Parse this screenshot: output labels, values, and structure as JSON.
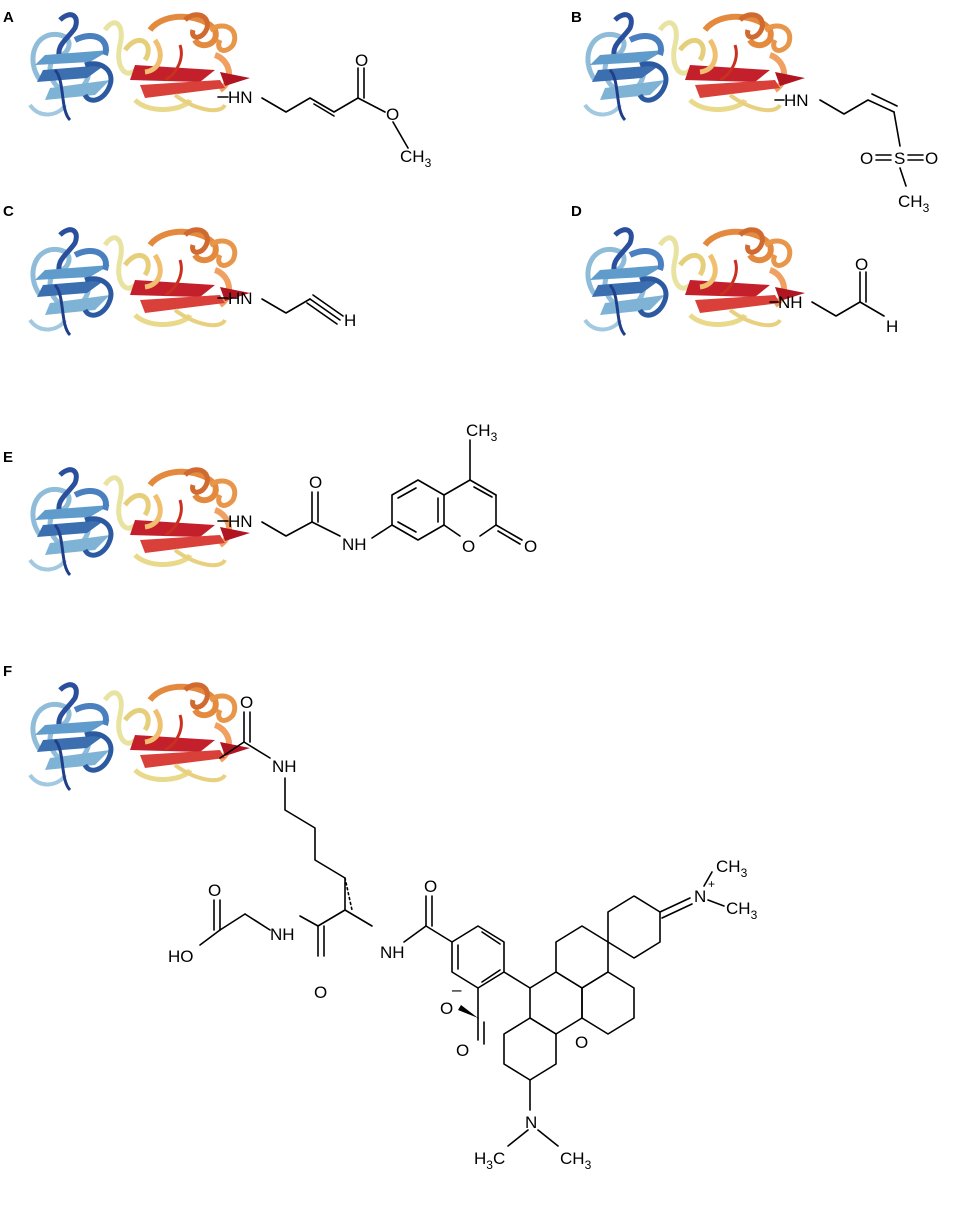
{
  "panels": [
    {
      "label": "A"
    },
    {
      "label": "B"
    },
    {
      "label": "C"
    },
    {
      "label": "D"
    },
    {
      "label": "E"
    },
    {
      "label": "F"
    }
  ],
  "atoms": {
    "hn": "HN",
    "nh": "NH",
    "o": "O",
    "s": "S",
    "n": "N",
    "h": "H",
    "c": "C",
    "ch": "CH",
    "ho": "HO",
    "three": "3",
    "plus": "+",
    "minus": "–",
    "h3c_h": "H",
    "h3c_c": "C"
  },
  "colors": {
    "protein_blue": "#3b6fb0",
    "protein_lightblue": "#8fbcd8",
    "protein_yellow": "#e9d98a",
    "protein_orange": "#e38a3f",
    "protein_red": "#c3202c"
  }
}
